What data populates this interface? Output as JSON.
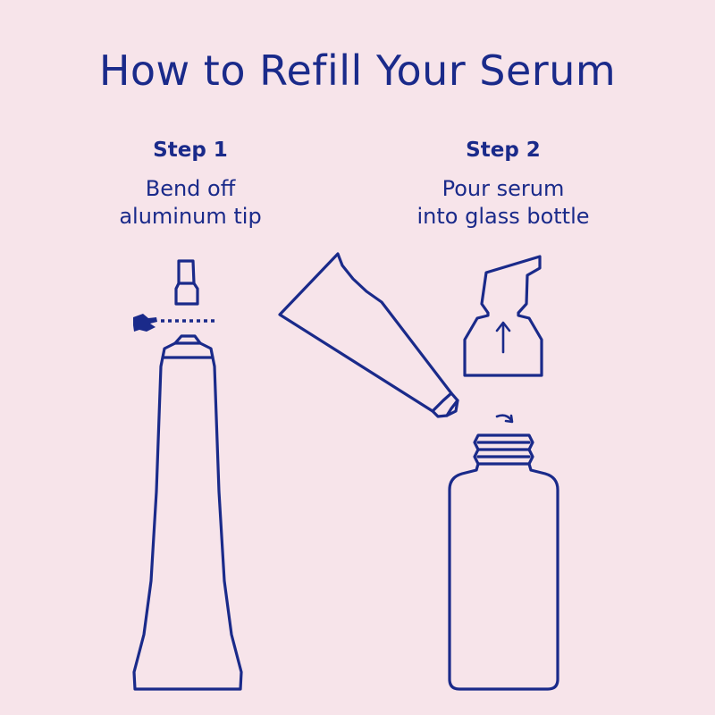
{
  "title": "How to Refill Your Serum",
  "steps": [
    {
      "heading": "Step 1",
      "description_lines": [
        "Bend off",
        "aluminum tip"
      ]
    },
    {
      "heading": "Step 2",
      "description_lines": [
        "Pour serum",
        "into glass bottle"
      ]
    }
  ],
  "colors": {
    "background": "#f7e4ea",
    "ink": "#1a2a8a"
  },
  "icons": [
    "aluminum-tip-icon",
    "serum-tube-icon",
    "tilted-tube-icon",
    "bottle-cap-icon",
    "glass-bottle-icon",
    "up-arrow-icon",
    "curved-arrow-icon",
    "bend-hand-icon"
  ]
}
